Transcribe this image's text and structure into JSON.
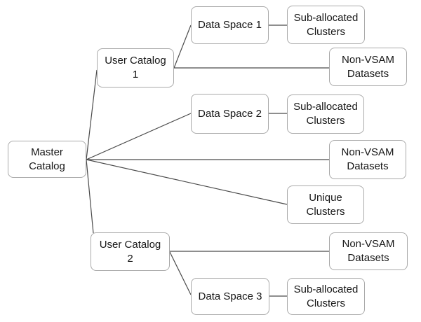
{
  "diagram": {
    "type": "hierarchy",
    "background_color": "#ffffff",
    "box_fill_color": "#ffffff",
    "box_border_color": "#a9a9a9",
    "connector_color": "#4a4a4a",
    "text_color": "#161616",
    "nodes": {
      "master": {
        "label": [
          "Master",
          "Catalog"
        ]
      },
      "uc1": {
        "label": [
          "User Catalog",
          "1"
        ]
      },
      "ds1": {
        "label": [
          "Data Space 1"
        ]
      },
      "sac1": {
        "label": [
          "Sub-allocated",
          "Clusters"
        ]
      },
      "nvd1": {
        "label": [
          "Non-VSAM",
          "Datasets"
        ]
      },
      "ds2": {
        "label": [
          "Data Space 2"
        ]
      },
      "sac2": {
        "label": [
          "Sub-allocated",
          "Clusters"
        ]
      },
      "nvd2": {
        "label": [
          "Non-VSAM",
          "Datasets"
        ]
      },
      "unique": {
        "label": [
          "Unique",
          "Clusters"
        ]
      },
      "uc2": {
        "label": [
          "User Catalog",
          "2"
        ]
      },
      "nvd3": {
        "label": [
          "Non-VSAM",
          "Datasets"
        ]
      },
      "ds3": {
        "label": [
          "Data Space 3"
        ]
      },
      "sac3": {
        "label": [
          "Sub-allocated",
          "Clusters"
        ]
      }
    },
    "edges": [
      {
        "from": "master",
        "to": "uc1"
      },
      {
        "from": "master",
        "to": "ds2"
      },
      {
        "from": "master",
        "to": "nvd2"
      },
      {
        "from": "master",
        "to": "unique"
      },
      {
        "from": "master",
        "to": "uc2"
      },
      {
        "from": "uc1",
        "to": "ds1"
      },
      {
        "from": "uc1",
        "to": "nvd1"
      },
      {
        "from": "ds1",
        "to": "sac1"
      },
      {
        "from": "ds2",
        "to": "sac2"
      },
      {
        "from": "uc2",
        "to": "nvd3"
      },
      {
        "from": "uc2",
        "to": "ds3"
      },
      {
        "from": "ds3",
        "to": "sac3"
      }
    ]
  }
}
